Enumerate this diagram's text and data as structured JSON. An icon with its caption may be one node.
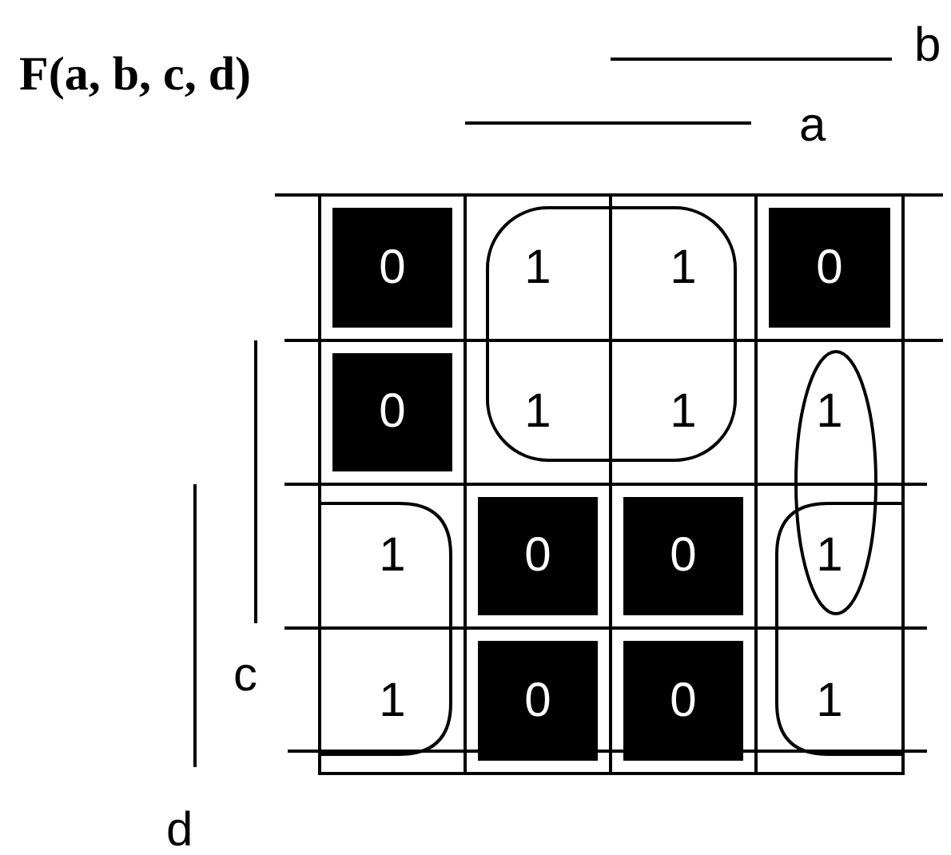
{
  "diagram": {
    "title": "F(a, b, c, d)",
    "labels": [
      "b",
      "a",
      "0",
      "1",
      "1",
      "0",
      "0",
      "1",
      "1",
      "1",
      "1",
      "0",
      "0",
      "1",
      "1",
      "0",
      "0",
      "1",
      "c",
      "d"
    ]
  }
}
